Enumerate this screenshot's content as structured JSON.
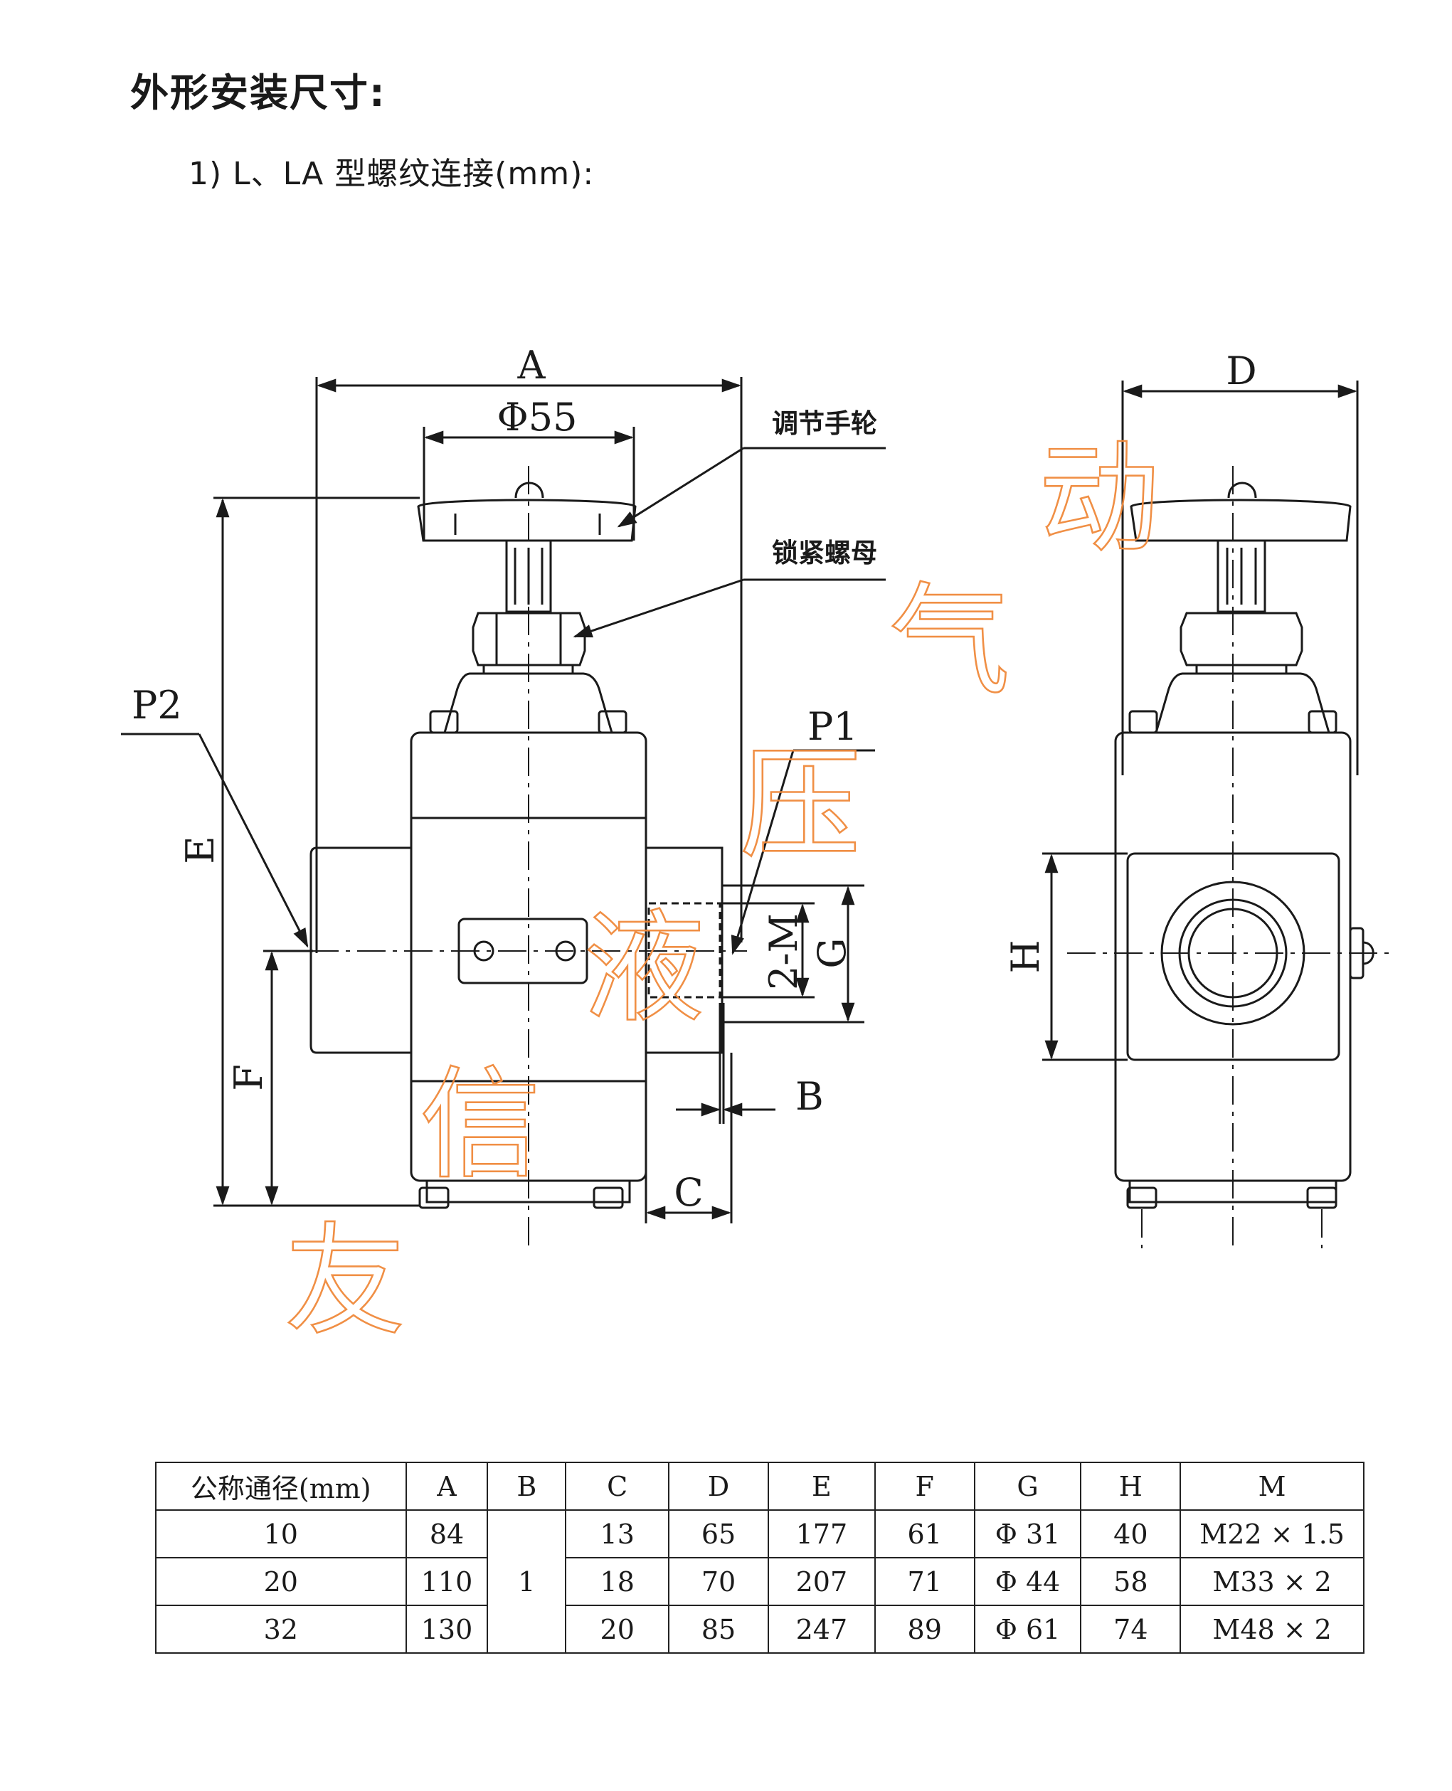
{
  "title": "外形安装尺寸:",
  "subtitle": "1) L、LA 型螺纹连接(mm):",
  "front_view": {
    "dim_A": "A",
    "dim_phi55": "Φ55",
    "dim_E": "E",
    "dim_F": "F",
    "dim_G": "G",
    "dim_2M": "2-M",
    "dim_B": "B",
    "dim_C": "C",
    "port_P1": "P1",
    "port_P2": "P2",
    "callout_handwheel": "调节手轮",
    "callout_locknut": "锁紧螺母"
  },
  "side_view": {
    "dim_D": "D",
    "dim_H": "H"
  },
  "watermark": [
    "友",
    "信",
    "液",
    "压",
    "气",
    "动"
  ],
  "table": {
    "headers": [
      "公称通径(mm)",
      "A",
      "B",
      "C",
      "D",
      "E",
      "F",
      "G",
      "H",
      "M"
    ],
    "rows": [
      [
        "10",
        "84",
        "1",
        "13",
        "65",
        "177",
        "61",
        "Φ 31",
        "40",
        "M22 × 1.5"
      ],
      [
        "20",
        "110",
        "1",
        "18",
        "70",
        "207",
        "71",
        "Φ 44",
        "58",
        "M33 × 2"
      ],
      [
        "32",
        "130",
        "1",
        "20",
        "85",
        "247",
        "89",
        "Φ 61",
        "74",
        "M48 × 2"
      ]
    ]
  },
  "colors": {
    "line": "#1a1a1a",
    "watermark": "#f08a3c"
  }
}
